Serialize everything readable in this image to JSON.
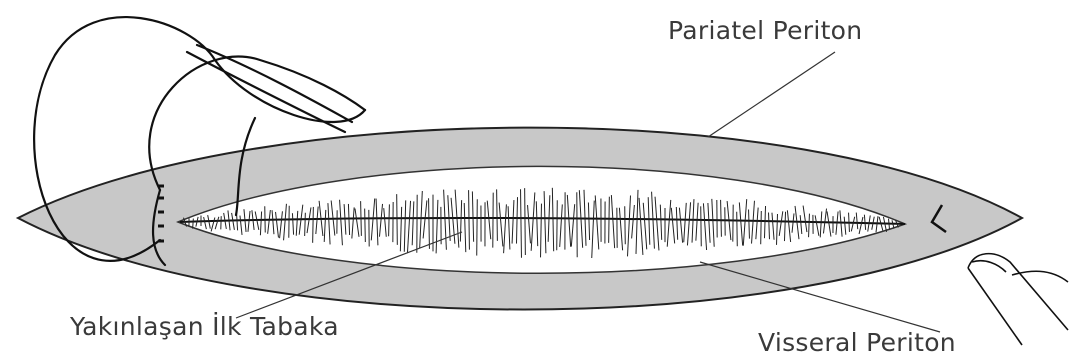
{
  "labels": {
    "parietal": "Pariatel Periton",
    "first_layer": "Yakınlaşan İlk Tabaka",
    "visceral": "Visseral Periton"
  },
  "colors": {
    "peritoneum_fill": "#c8c8c8",
    "inner_fill": "#ffffff",
    "line": "#111111",
    "label_text": "#3a3a3a"
  }
}
